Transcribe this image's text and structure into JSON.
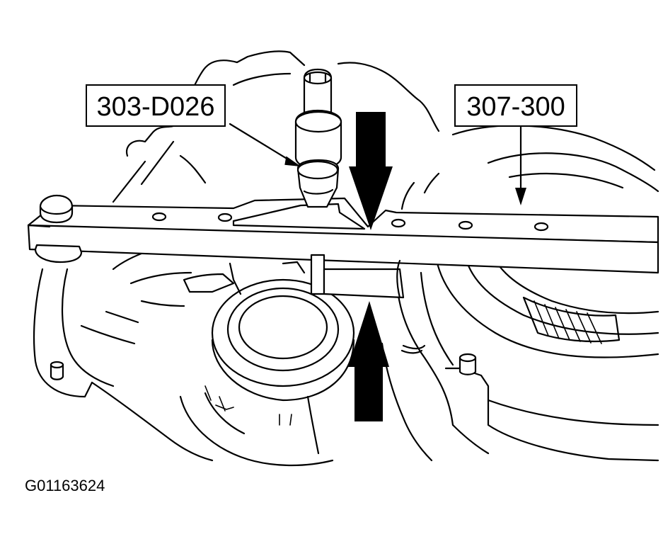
{
  "callouts": {
    "tool_left": "303-D026",
    "tool_right": "307-300"
  },
  "figure_id": "G01163624",
  "colors": {
    "ink": "#000000",
    "paper": "#ffffff"
  }
}
